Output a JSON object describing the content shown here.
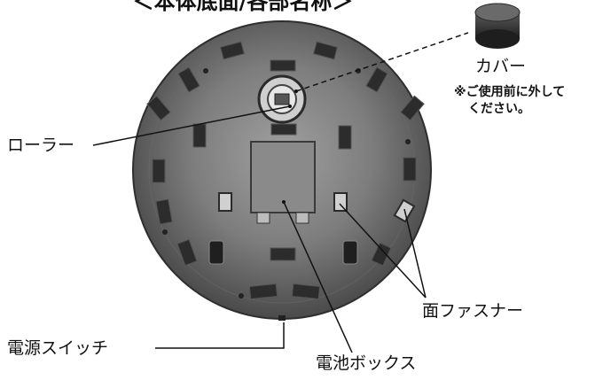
{
  "title": "＜本体底面/各部名称＞",
  "labels": {
    "roller": "ローラー",
    "cover": "カバー",
    "cover_note_line1": "※ご使用前に外して",
    "cover_note_line2": "ください。",
    "power_switch": "電源スイッチ",
    "battery_box": "電池ボックス",
    "hook_fastener": "面ファスナー"
  },
  "colors": {
    "background": "#ffffff",
    "body_dark": "#3c3c3c",
    "body_mid": "#707070",
    "body_light": "#9a9a9a",
    "line": "#111111"
  }
}
